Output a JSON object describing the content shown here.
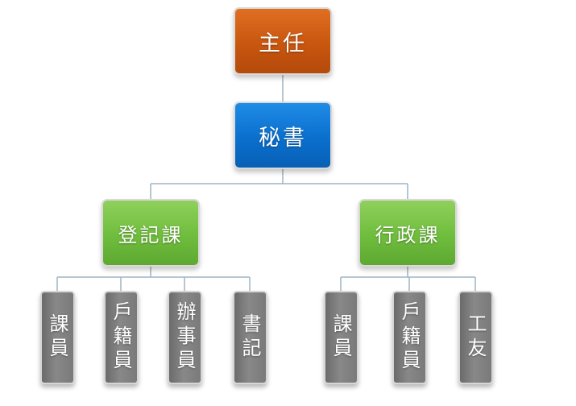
{
  "org_chart": {
    "director": "主任",
    "secretary": "秘書",
    "departments": [
      {
        "name": "登記課",
        "units": [
          "課員",
          "戶籍員",
          "辦事員",
          "書記"
        ]
      },
      {
        "name": "行政課",
        "units": [
          "課員",
          "戶籍員",
          "工友"
        ]
      }
    ]
  },
  "colors": {
    "director": "#c8560f",
    "secretary": "#0a6fcd",
    "department": "#6fbd3d",
    "unit": "#7a7a7a",
    "connector": "#9fb4c2"
  }
}
